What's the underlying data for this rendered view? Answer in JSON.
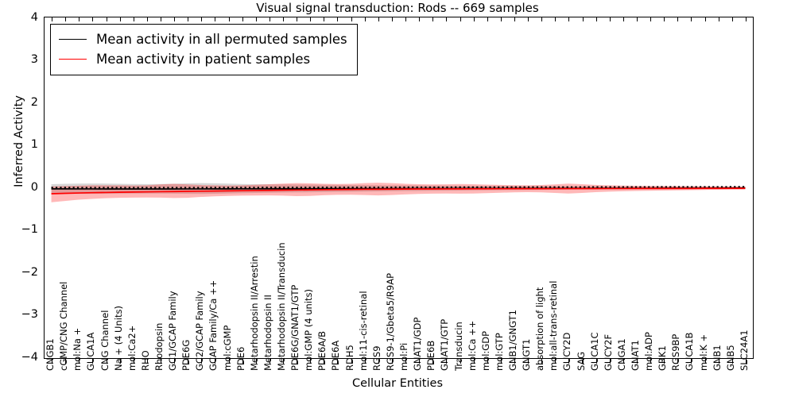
{
  "chart_data": {
    "type": "line",
    "title": "Visual signal transduction: Rods -- 669 samples",
    "xlabel": "Cellular Entities",
    "ylabel": "Inferred Activity",
    "ylim": [
      -4,
      4
    ],
    "yticks": [
      4,
      3,
      2,
      1,
      0,
      -1,
      -2,
      -3,
      -4
    ],
    "ytick_labels": [
      "4",
      "3",
      "2",
      "1",
      "0",
      "−1",
      "−2",
      "−3",
      "−4"
    ],
    "grid": false,
    "legend_position": "upper left",
    "legend": [
      {
        "name": "Mean activity in all permuted samples",
        "color": "#000000"
      },
      {
        "name": "Mean activity in patient samples",
        "color": "#ff0000"
      }
    ],
    "categories": [
      "CNGB1",
      "cGMP/CNG Channel",
      "mol:Na +",
      "GUCA1A",
      "CNG Channel",
      "Na + (4 Units)",
      "mol:Ca2+",
      "RHO",
      "Rhodopsin",
      "GC1/GCAP Family",
      "PDE6G",
      "GC2/GCAP Family",
      "GCAP Family/Ca ++",
      "mol:cGMP",
      "PDE6",
      "Metarhodopsin II/Arrestin",
      "Metarhodopsin II",
      "Metarhodopsin II/Transducin",
      "PDE6G/GNAT1/GTP",
      "mol:GMP (4 units)",
      "PDE6A/B",
      "PDE6A",
      "RDH5",
      "mol:11-cis-retinal",
      "RGS9",
      "RGS9-1/Gbeta5/R9AP",
      "mol:Pi",
      "GNAT1/GDP",
      "PDE6B",
      "GNAT1/GTP",
      "Transducin",
      "mol:Ca ++",
      "mol:GDP",
      "mol:GTP",
      "GNB1/GNGT1",
      "GNGT1",
      "absorption of light",
      "mol:all-trans-retinal",
      "GUCY2D",
      "SAG",
      "GUCA1C",
      "GUCY2F",
      "CNGA1",
      "GNAT1",
      "mol:ADP",
      "GRK1",
      "RGS9BP",
      "GUCA1B",
      "mol:K +",
      "GNB1",
      "GNB5",
      "SLC24A1"
    ],
    "series": [
      {
        "name": "Mean activity in all permuted samples",
        "color": "#000000",
        "style": "solid+dotted",
        "values": [
          -0.035,
          -0.035,
          -0.036,
          -0.036,
          -0.037,
          -0.037,
          -0.038,
          -0.038,
          -0.038,
          -0.037,
          -0.036,
          -0.036,
          -0.035,
          -0.035,
          -0.034,
          -0.034,
          -0.033,
          -0.033,
          -0.032,
          -0.032,
          -0.031,
          -0.031,
          -0.03,
          -0.03,
          -0.029,
          -0.029,
          -0.028,
          -0.028,
          -0.027,
          -0.027,
          -0.026,
          -0.026,
          -0.025,
          -0.025,
          -0.024,
          -0.024,
          -0.023,
          -0.023,
          -0.022,
          -0.022,
          -0.021,
          -0.021,
          -0.02,
          -0.02,
          -0.02,
          -0.019,
          -0.019,
          -0.018,
          -0.018,
          -0.018,
          -0.017,
          -0.017
        ],
        "band_upper": [
          0.075,
          0.085,
          0.09,
          0.092,
          0.09,
          0.085,
          0.08,
          0.078,
          0.08,
          0.085,
          0.095,
          0.1,
          0.095,
          0.088,
          0.08,
          0.075,
          0.072,
          0.07,
          0.068,
          0.066,
          0.063,
          0.06,
          0.058,
          0.055,
          0.052,
          0.05,
          0.048,
          0.046,
          0.044,
          0.042,
          0.04,
          0.038,
          0.036,
          0.034,
          0.033,
          0.032,
          0.031,
          0.03,
          0.029,
          0.028,
          0.027,
          0.026,
          0.025,
          0.024,
          0.023,
          0.022,
          0.021,
          0.02,
          0.02,
          0.019,
          0.018,
          0.018
        ],
        "band_lower": [
          -0.145,
          -0.15,
          -0.152,
          -0.152,
          -0.15,
          -0.148,
          -0.146,
          -0.144,
          -0.145,
          -0.148,
          -0.152,
          -0.155,
          -0.15,
          -0.142,
          -0.135,
          -0.13,
          -0.126,
          -0.122,
          -0.118,
          -0.114,
          -0.11,
          -0.106,
          -0.102,
          -0.098,
          -0.094,
          -0.09,
          -0.086,
          -0.083,
          -0.08,
          -0.077,
          -0.074,
          -0.071,
          -0.068,
          -0.065,
          -0.062,
          -0.06,
          -0.058,
          -0.056,
          -0.054,
          -0.052,
          -0.05,
          -0.048,
          -0.046,
          -0.044,
          -0.042,
          -0.04,
          -0.038,
          -0.036,
          -0.034,
          -0.032,
          -0.03,
          -0.028
        ]
      },
      {
        "name": "Mean activity in patient samples",
        "color": "#ff0000",
        "style": "solid",
        "values": [
          -0.15,
          -0.14,
          -0.132,
          -0.125,
          -0.12,
          -0.115,
          -0.11,
          -0.106,
          -0.102,
          -0.098,
          -0.094,
          -0.09,
          -0.086,
          -0.082,
          -0.078,
          -0.074,
          -0.07,
          -0.066,
          -0.062,
          -0.058,
          -0.055,
          -0.052,
          -0.049,
          -0.046,
          -0.044,
          -0.042,
          -0.04,
          -0.038,
          -0.037,
          -0.036,
          -0.035,
          -0.034,
          -0.033,
          -0.032,
          -0.031,
          -0.03,
          -0.03,
          -0.029,
          -0.029,
          -0.028,
          -0.028,
          -0.027,
          -0.027,
          -0.026,
          -0.026,
          -0.025,
          -0.025,
          -0.025,
          -0.024,
          -0.024,
          -0.024,
          -0.023
        ],
        "band_upper": [
          0.02,
          0.03,
          0.04,
          0.048,
          0.05,
          0.048,
          0.045,
          0.05,
          0.07,
          0.085,
          0.07,
          0.055,
          0.048,
          0.045,
          0.05,
          0.06,
          0.075,
          0.09,
          0.1,
          0.095,
          0.085,
          0.08,
          0.085,
          0.1,
          0.11,
          0.1,
          0.085,
          0.075,
          0.07,
          0.072,
          0.08,
          0.075,
          0.065,
          0.058,
          0.052,
          0.048,
          0.055,
          0.07,
          0.09,
          0.075,
          0.058,
          0.048,
          0.042,
          0.038,
          0.035,
          0.032,
          0.03,
          0.028,
          0.026,
          0.024,
          0.022,
          0.02
        ],
        "band_lower": [
          -0.35,
          -0.32,
          -0.29,
          -0.27,
          -0.255,
          -0.245,
          -0.24,
          -0.238,
          -0.24,
          -0.25,
          -0.245,
          -0.225,
          -0.21,
          -0.2,
          -0.195,
          -0.192,
          -0.19,
          -0.195,
          -0.205,
          -0.2,
          -0.185,
          -0.175,
          -0.172,
          -0.18,
          -0.19,
          -0.18,
          -0.165,
          -0.155,
          -0.148,
          -0.145,
          -0.148,
          -0.145,
          -0.135,
          -0.125,
          -0.118,
          -0.112,
          -0.118,
          -0.13,
          -0.145,
          -0.13,
          -0.112,
          -0.1,
          -0.092,
          -0.085,
          -0.08,
          -0.075,
          -0.07,
          -0.065,
          -0.06,
          -0.055,
          -0.05,
          -0.046
        ]
      }
    ]
  }
}
